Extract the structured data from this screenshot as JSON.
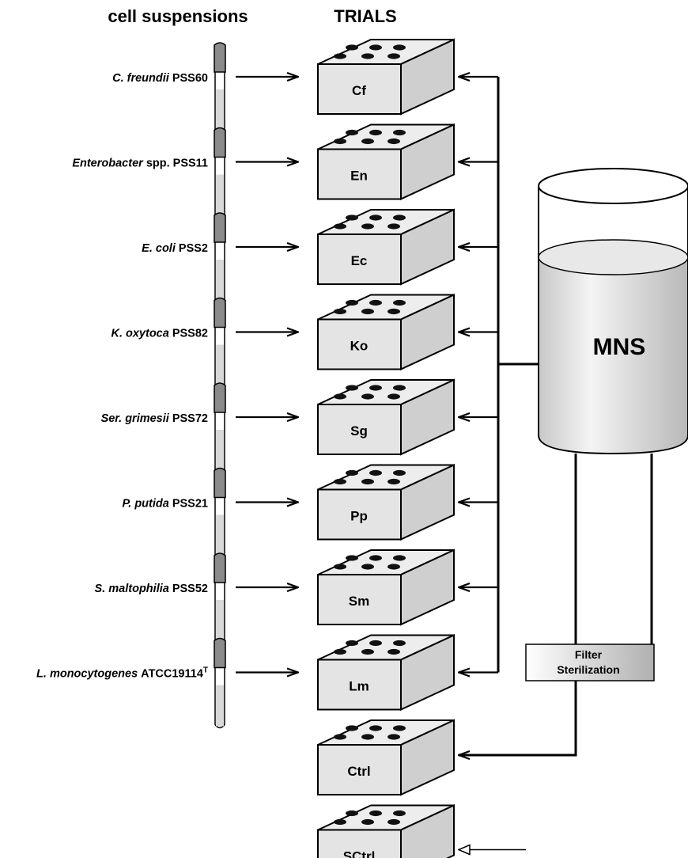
{
  "headers": {
    "suspensions": "cell suspensions",
    "trials": "TRIALS"
  },
  "strains": [
    {
      "species": "C. freundii",
      "strain": "PSS60",
      "sup": ""
    },
    {
      "species": "Enterobacter",
      "strain": "spp. PSS11",
      "sup": ""
    },
    {
      "species": "E. coli",
      "strain": "PSS2",
      "sup": ""
    },
    {
      "species": "K. oxytoca",
      "strain": "PSS82",
      "sup": ""
    },
    {
      "species": "Ser. grimesii",
      "strain": "PSS72",
      "sup": ""
    },
    {
      "species": "P. putida",
      "strain": "PSS21",
      "sup": ""
    },
    {
      "species": "S. maltophilia",
      "strain": "PSS52",
      "sup": ""
    },
    {
      "species": "L. monocytogenes",
      "strain": "ATCC19114",
      "sup": "T"
    }
  ],
  "trials": [
    "Cf",
    "En",
    "Ec",
    "Ko",
    "Sg",
    "Pp",
    "Sm",
    "Lm",
    "Ctrl",
    "SCtrl"
  ],
  "tank_label": "MNS",
  "filter": {
    "line1": "Filter",
    "line2": "Sterilization"
  },
  "colors": {
    "box_front": "#e4e4e4",
    "box_top": "#ededed",
    "box_side": "#cfcfcf",
    "tube_cap": "#8a8a8a",
    "liquid": "#d8d8d8"
  }
}
